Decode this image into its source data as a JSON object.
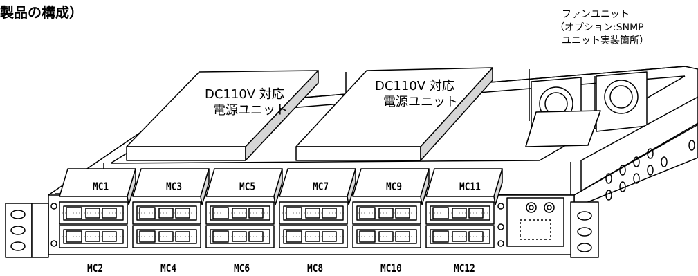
{
  "title": "製品の構成）",
  "fan_unit": {
    "line1": "ファンユニット",
    "line2": "（オプション:SNMP",
    "line3": "ユニット実装箇所）"
  },
  "psu": [
    {
      "line1": "DC110V 対応",
      "line2": "電源ユニット"
    },
    {
      "line1": "DC110V 対応",
      "line2": "電源ユニット"
    }
  ],
  "mc_top": [
    "MC1",
    "MC3",
    "MC5",
    "MC7",
    "MC9",
    "MC11"
  ],
  "mc_bottom": [
    "MC2",
    "MC4",
    "MC6",
    "MC8",
    "MC10",
    "MC12"
  ]
}
